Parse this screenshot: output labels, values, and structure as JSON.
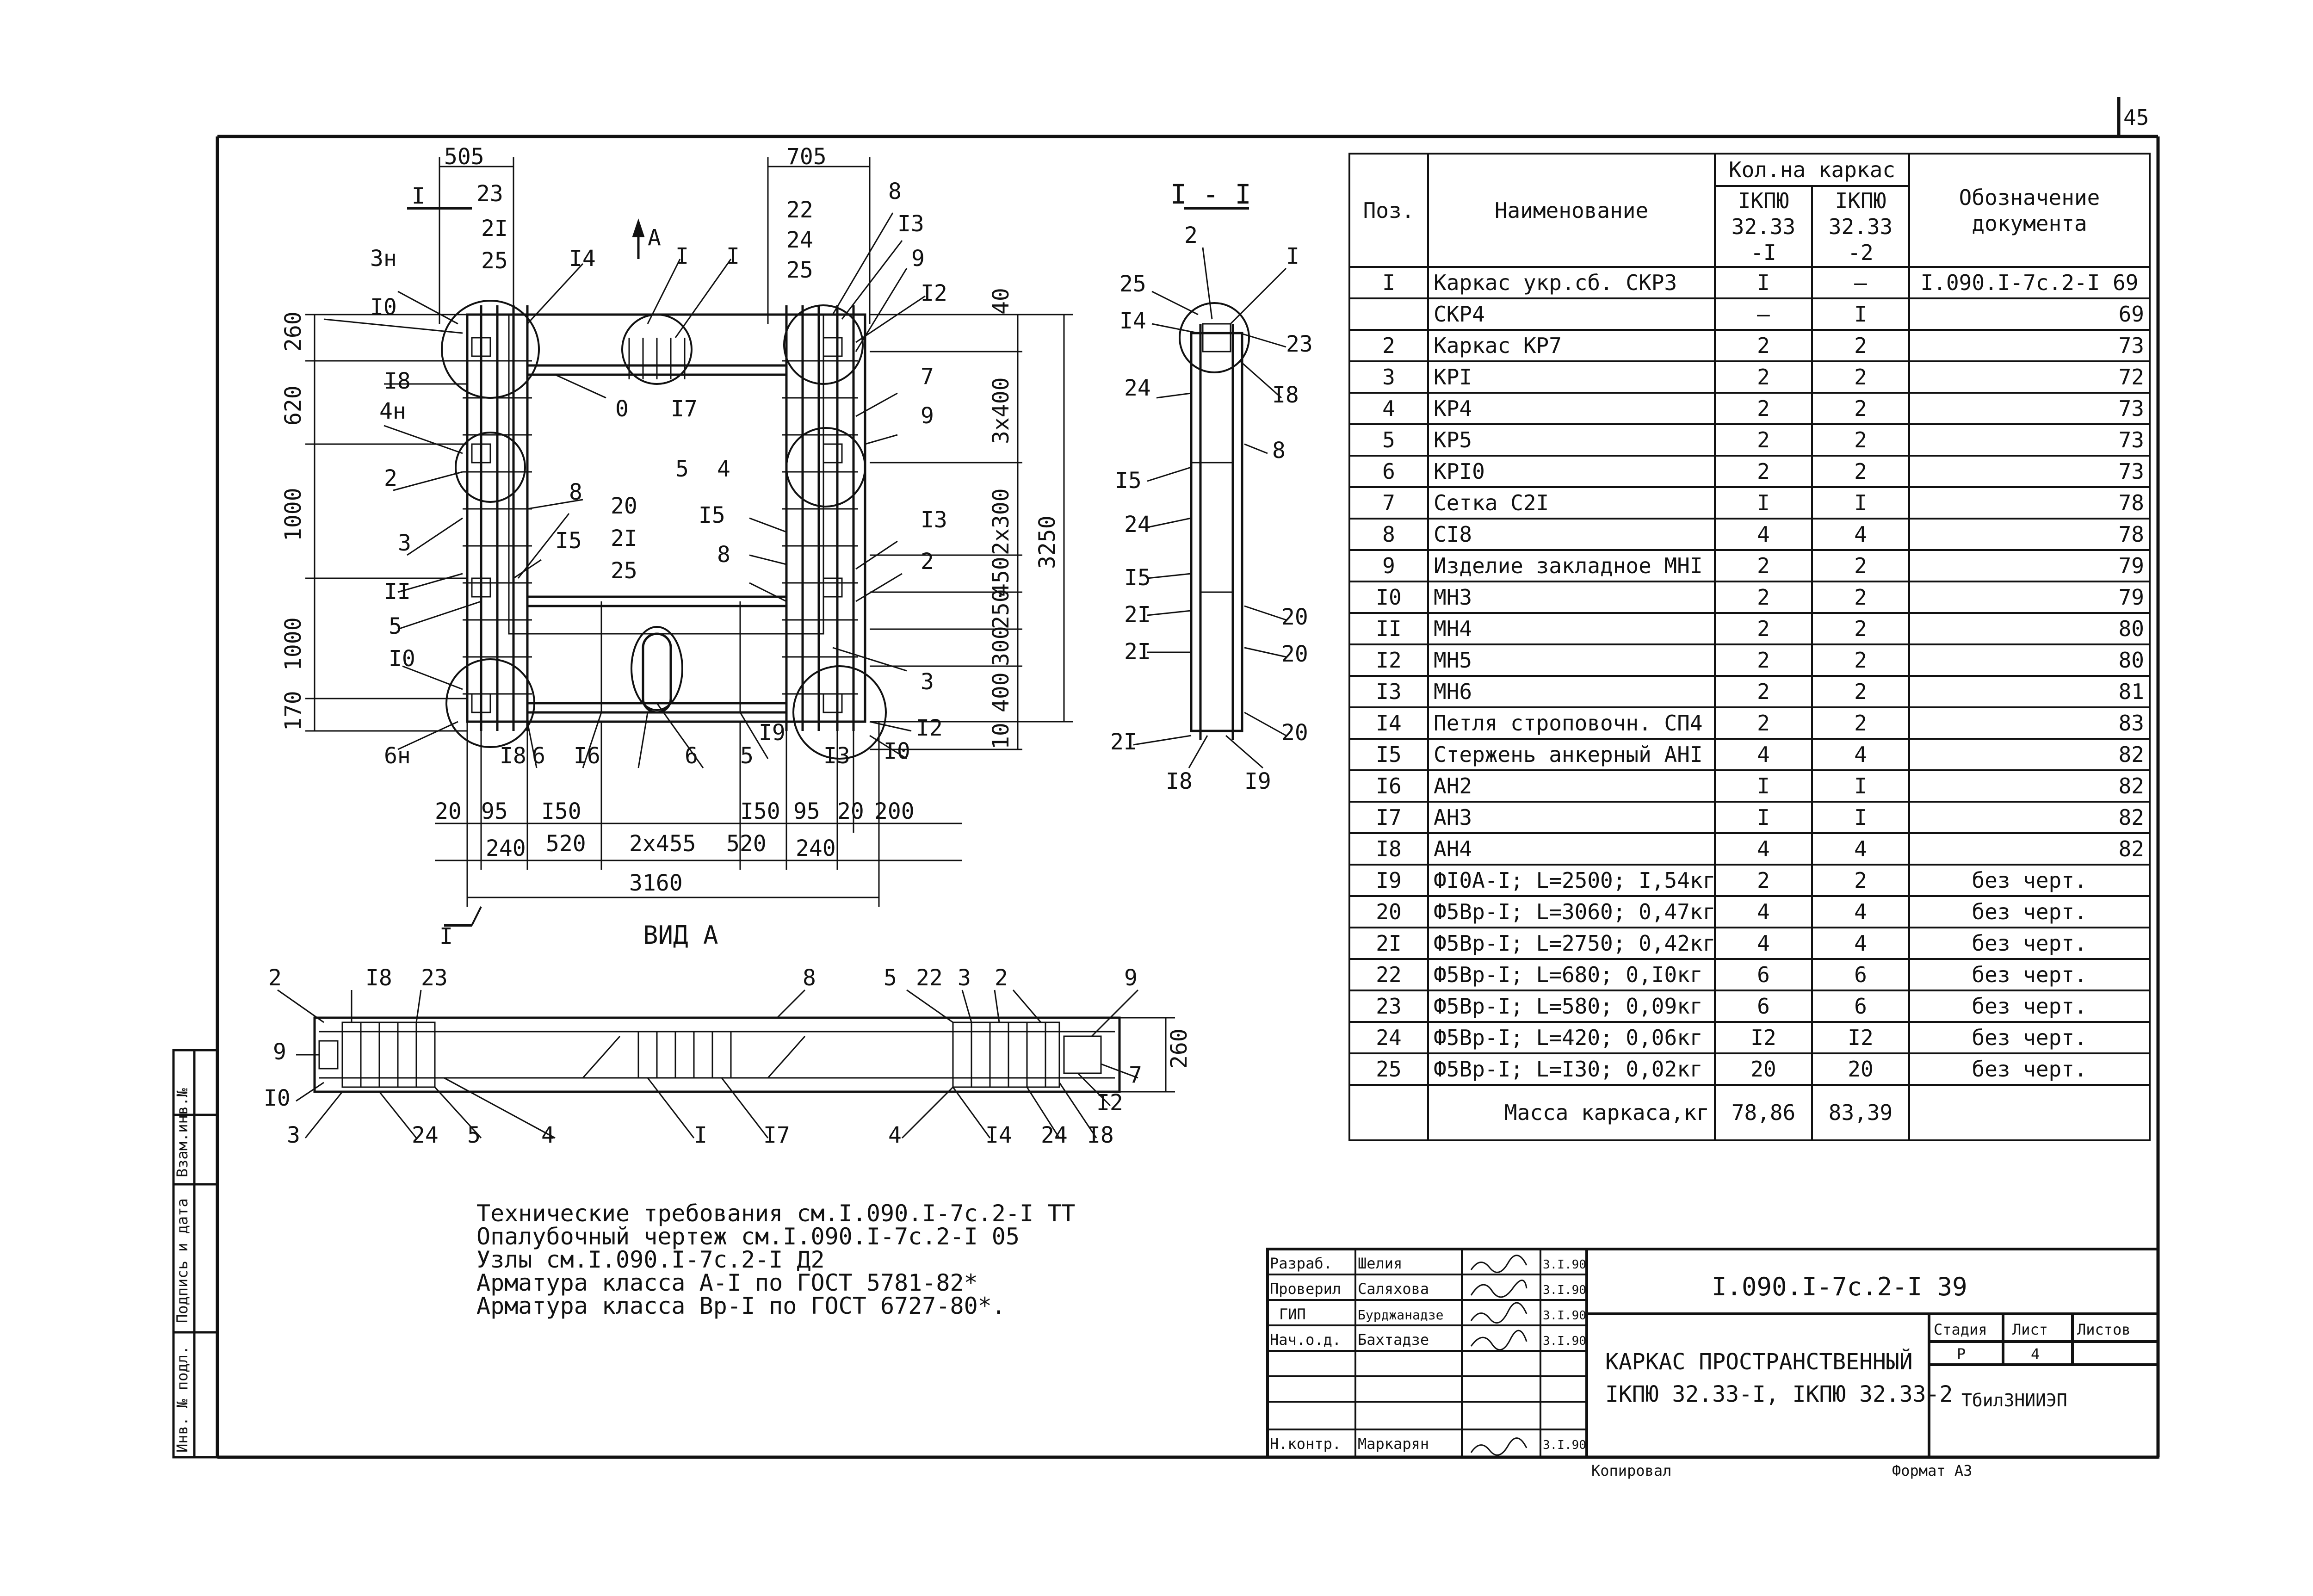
{
  "sheet_number": "45",
  "doc_code": "I.090.I-7c.2-I 39",
  "title": {
    "line1": "КАРКАС ПРОСТРАНСТВЕННЫЙ",
    "line2": "IКПЮ 32.33-I, IКПЮ 32.33-2"
  },
  "section_label": "I - I",
  "view_label": "ВИД А",
  "notes": [
    "Технические требования см.I.090.I-7c.2-I ТТ",
    "Опалубочный чертеж см.I.090.I-7c.2-I 05",
    "Узлы см.I.090.I-7c.2-I Д2",
    "Арматура класса А-I по ГОСТ 5781-82*",
    "Арматура класса Вр-I по ГОСТ 6727-80*."
  ],
  "spec": {
    "headers": {
      "pos": "Поз.",
      "name": "Наименование",
      "qty_group": "Кол.на каркас",
      "qty1": "IКПЮ 32.33 -I",
      "qty2": "IКПЮ 32.33 -2",
      "doc": "Обозначение документа"
    },
    "rows": [
      {
        "pos": "I",
        "name": "Каркас укр.сб. СКРЗ",
        "q1": "I",
        "q2": "–",
        "doc": "I.090.I-7c.2-I 69"
      },
      {
        "pos": "",
        "name": "СКР4",
        "q1": "–",
        "q2": "I",
        "doc": "69"
      },
      {
        "pos": "2",
        "name": "Каркас КР7",
        "q1": "2",
        "q2": "2",
        "doc": "73"
      },
      {
        "pos": "3",
        "name": "КРI",
        "q1": "2",
        "q2": "2",
        "doc": "72"
      },
      {
        "pos": "4",
        "name": "КР4",
        "q1": "2",
        "q2": "2",
        "doc": "73"
      },
      {
        "pos": "5",
        "name": "КР5",
        "q1": "2",
        "q2": "2",
        "doc": "73"
      },
      {
        "pos": "6",
        "name": "КРI0",
        "q1": "2",
        "q2": "2",
        "doc": "73"
      },
      {
        "pos": "7",
        "name": "Сетка С2I",
        "q1": "I",
        "q2": "I",
        "doc": "78"
      },
      {
        "pos": "8",
        "name": "СI8",
        "q1": "4",
        "q2": "4",
        "doc": "78"
      },
      {
        "pos": "9",
        "name": "Изделие закладное МНI",
        "q1": "2",
        "q2": "2",
        "doc": "79"
      },
      {
        "pos": "I0",
        "name": "МН3",
        "q1": "2",
        "q2": "2",
        "doc": "79"
      },
      {
        "pos": "II",
        "name": "МН4",
        "q1": "2",
        "q2": "2",
        "doc": "80"
      },
      {
        "pos": "I2",
        "name": "МН5",
        "q1": "2",
        "q2": "2",
        "doc": "80"
      },
      {
        "pos": "I3",
        "name": "МН6",
        "q1": "2",
        "q2": "2",
        "doc": "81"
      },
      {
        "pos": "I4",
        "name": "Петля строповочн. СП4",
        "q1": "2",
        "q2": "2",
        "doc": "83"
      },
      {
        "pos": "I5",
        "name": "Стержень анкерный АНI",
        "q1": "4",
        "q2": "4",
        "doc": "82"
      },
      {
        "pos": "I6",
        "name": "АН2",
        "q1": "I",
        "q2": "I",
        "doc": "82"
      },
      {
        "pos": "I7",
        "name": "АН3",
        "q1": "I",
        "q2": "I",
        "doc": "82"
      },
      {
        "pos": "I8",
        "name": "АН4",
        "q1": "4",
        "q2": "4",
        "doc": "82"
      },
      {
        "pos": "I9",
        "name": "ФI0А-I; L=2500; I,54кг",
        "q1": "2",
        "q2": "2",
        "doc": "без черт."
      },
      {
        "pos": "20",
        "name": "Ф5Вр-I; L=3060; 0,47кг",
        "q1": "4",
        "q2": "4",
        "doc": "без черт."
      },
      {
        "pos": "2I",
        "name": "Ф5Вр-I; L=2750; 0,42кг",
        "q1": "4",
        "q2": "4",
        "doc": "без черт."
      },
      {
        "pos": "22",
        "name": "Ф5Вр-I; L=680; 0,I0кг",
        "q1": "6",
        "q2": "6",
        "doc": "без черт."
      },
      {
        "pos": "23",
        "name": "Ф5Вр-I; L=580; 0,09кг",
        "q1": "6",
        "q2": "6",
        "doc": "без черт."
      },
      {
        "pos": "24",
        "name": "Ф5Вр-I; L=420; 0,06кг",
        "q1": "I2",
        "q2": "I2",
        "doc": "без черт."
      },
      {
        "pos": "25",
        "name": "Ф5Вр-I; L=I30; 0,02кг",
        "q1": "20",
        "q2": "20",
        "doc": "без черт."
      }
    ],
    "total_label": "Масса каркаса,кг",
    "total_q1": "78,86",
    "total_q2": "83,39"
  },
  "stamp": {
    "rows": [
      {
        "role": "Разраб.",
        "name": "Шелия",
        "date": "3.I.90"
      },
      {
        "role": "Проверил",
        "name": "Саляхова",
        "date": "3.I.90"
      },
      {
        "role": "ГИП",
        "name": "Бурджанадзе",
        "date": "3.I.90"
      },
      {
        "role": "Нач.о.д.",
        "name": "Бахтадзе",
        "date": "3.I.90"
      },
      {
        "role": "Н.контр.",
        "name": "Маркарян",
        "date": "3.I.90"
      }
    ],
    "stage_label": "Стадия",
    "sheet_label": "Лист",
    "sheets_label": "Листов",
    "stage": "Р",
    "sheet": "4",
    "sheets": "",
    "org": "ТбилЗНИИЭП"
  },
  "margin_labels": {
    "m1": "Инв. № подл.",
    "m2": "Подпись и дата",
    "m3": "Взам.инв.№"
  },
  "footer": {
    "copied": "Копировал",
    "format": "Формат А3"
  },
  "dims": {
    "d505": "505",
    "d705": "705",
    "d260": "260",
    "d620": "620",
    "d1000a": "1000",
    "d1000b": "1000",
    "d170": "170",
    "d3250": "3250",
    "d3x400": "3x400",
    "d2x300": "2x300",
    "d450": "450",
    "d250": "250",
    "d300": "300",
    "d400": "400",
    "d40": "40",
    "d10": "10",
    "d20a": "20",
    "d95a": "95",
    "d150a": "I50",
    "d240a": "240",
    "d520a": "520",
    "d2x455": "2x455",
    "d520b": "520",
    "d240b": "240",
    "d150b": "I50",
    "d95b": "95",
    "d20b": "20",
    "d200": "200",
    "d3160": "3160",
    "d260b": "260"
  },
  "callouts": {
    "c23": "23",
    "c21": "2I",
    "c25": "25",
    "c3n": "3н",
    "c14": "I4",
    "c10": "I0",
    "c18": "I8",
    "c4n": "4н",
    "c2": "2",
    "c3": "3",
    "c11": "II",
    "c5": "5",
    "c10b": "I0",
    "c6n": "6н",
    "c8": "8",
    "c20": "20",
    "c21b": "2I",
    "c25b": "25",
    "c15": "I5",
    "c0": "0",
    "c17": "I7",
    "c1a": "I",
    "c1b": "I",
    "c22": "22",
    "c24": "24",
    "c25c": "25",
    "c8b": "8",
    "c13": "I3",
    "c9": "9",
    "c12": "I2",
    "c7": "7",
    "c9b": "9",
    "c5b": "5",
    "c4": "4",
    "c15b": "I5",
    "c8c": "8",
    "c13b": "I3",
    "c2b": "2",
    "c3b": "3",
    "c12b": "I2",
    "c10c": "I0",
    "c13c": "I3",
    "c19": "I9",
    "c5c": "5",
    "c6a": "6",
    "c16": "I6",
    "c6b": "6",
    "c18b": "I8",
    "sec1a": "I",
    "sec1b": "I",
    "secA": "А",
    "s2": "2",
    "s1": "I",
    "s25": "25",
    "s14": "I4",
    "s23": "23",
    "s18": "I8",
    "s24": "24",
    "s8": "8",
    "s15": "I5",
    "s24b": "24",
    "s15b": "I5",
    "s21": "2I",
    "s21b": "2I",
    "s20": "20",
    "s20b": "20",
    "s21c": "2I",
    "s20c": "20",
    "s18b": "I8",
    "s19": "I9",
    "v2": "2",
    "v18": "I8",
    "v23": "23",
    "v8": "8",
    "v5": "5",
    "v22": "22",
    "v3": "3",
    "v2b": "2",
    "v9": "9",
    "v9b": "9",
    "v10": "I0",
    "v3b": "3",
    "v24": "24",
    "v5b": "5",
    "v4": "4",
    "v1": "I",
    "v17": "I7",
    "v4b": "4",
    "v14": "I4",
    "v24b": "24",
    "v18b": "I8",
    "v12": "I2",
    "v7": "7"
  }
}
